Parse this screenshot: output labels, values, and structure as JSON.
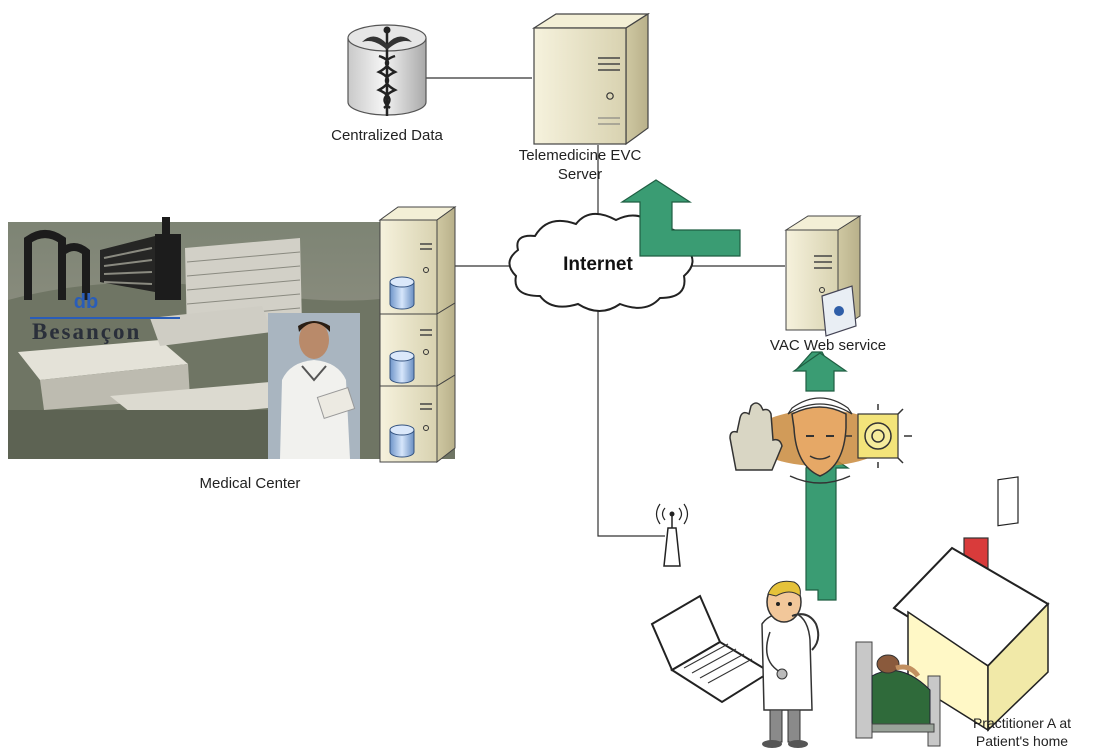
{
  "labels": {
    "centralized_data": "Centralized Data",
    "evc_server_line1": "Telemedicine EVC",
    "evc_server_line2": "Server",
    "internet": "Internet",
    "medical_center": "Medical Center",
    "vac_web_service": "VAC Web service",
    "practitioner_line1": "Practitioner A at",
    "practitioner_line2": "Patient's home"
  },
  "logo": {
    "text": "Besançon"
  },
  "icons": [
    "database-caduceus-icon",
    "server-icon",
    "server-rack-icon",
    "cloud-icon",
    "web-service-server-icon",
    "antenna-icon",
    "laptop-icon",
    "doctor-cartoon-icon",
    "house-icon",
    "patient-bed-icon",
    "security-shield-icon",
    "arrow-up-icon"
  ],
  "colors": {
    "arrow": "#3a9c73",
    "server_body": "#eae5c8",
    "cloud_stroke": "#222222",
    "link_line": "#333333"
  }
}
